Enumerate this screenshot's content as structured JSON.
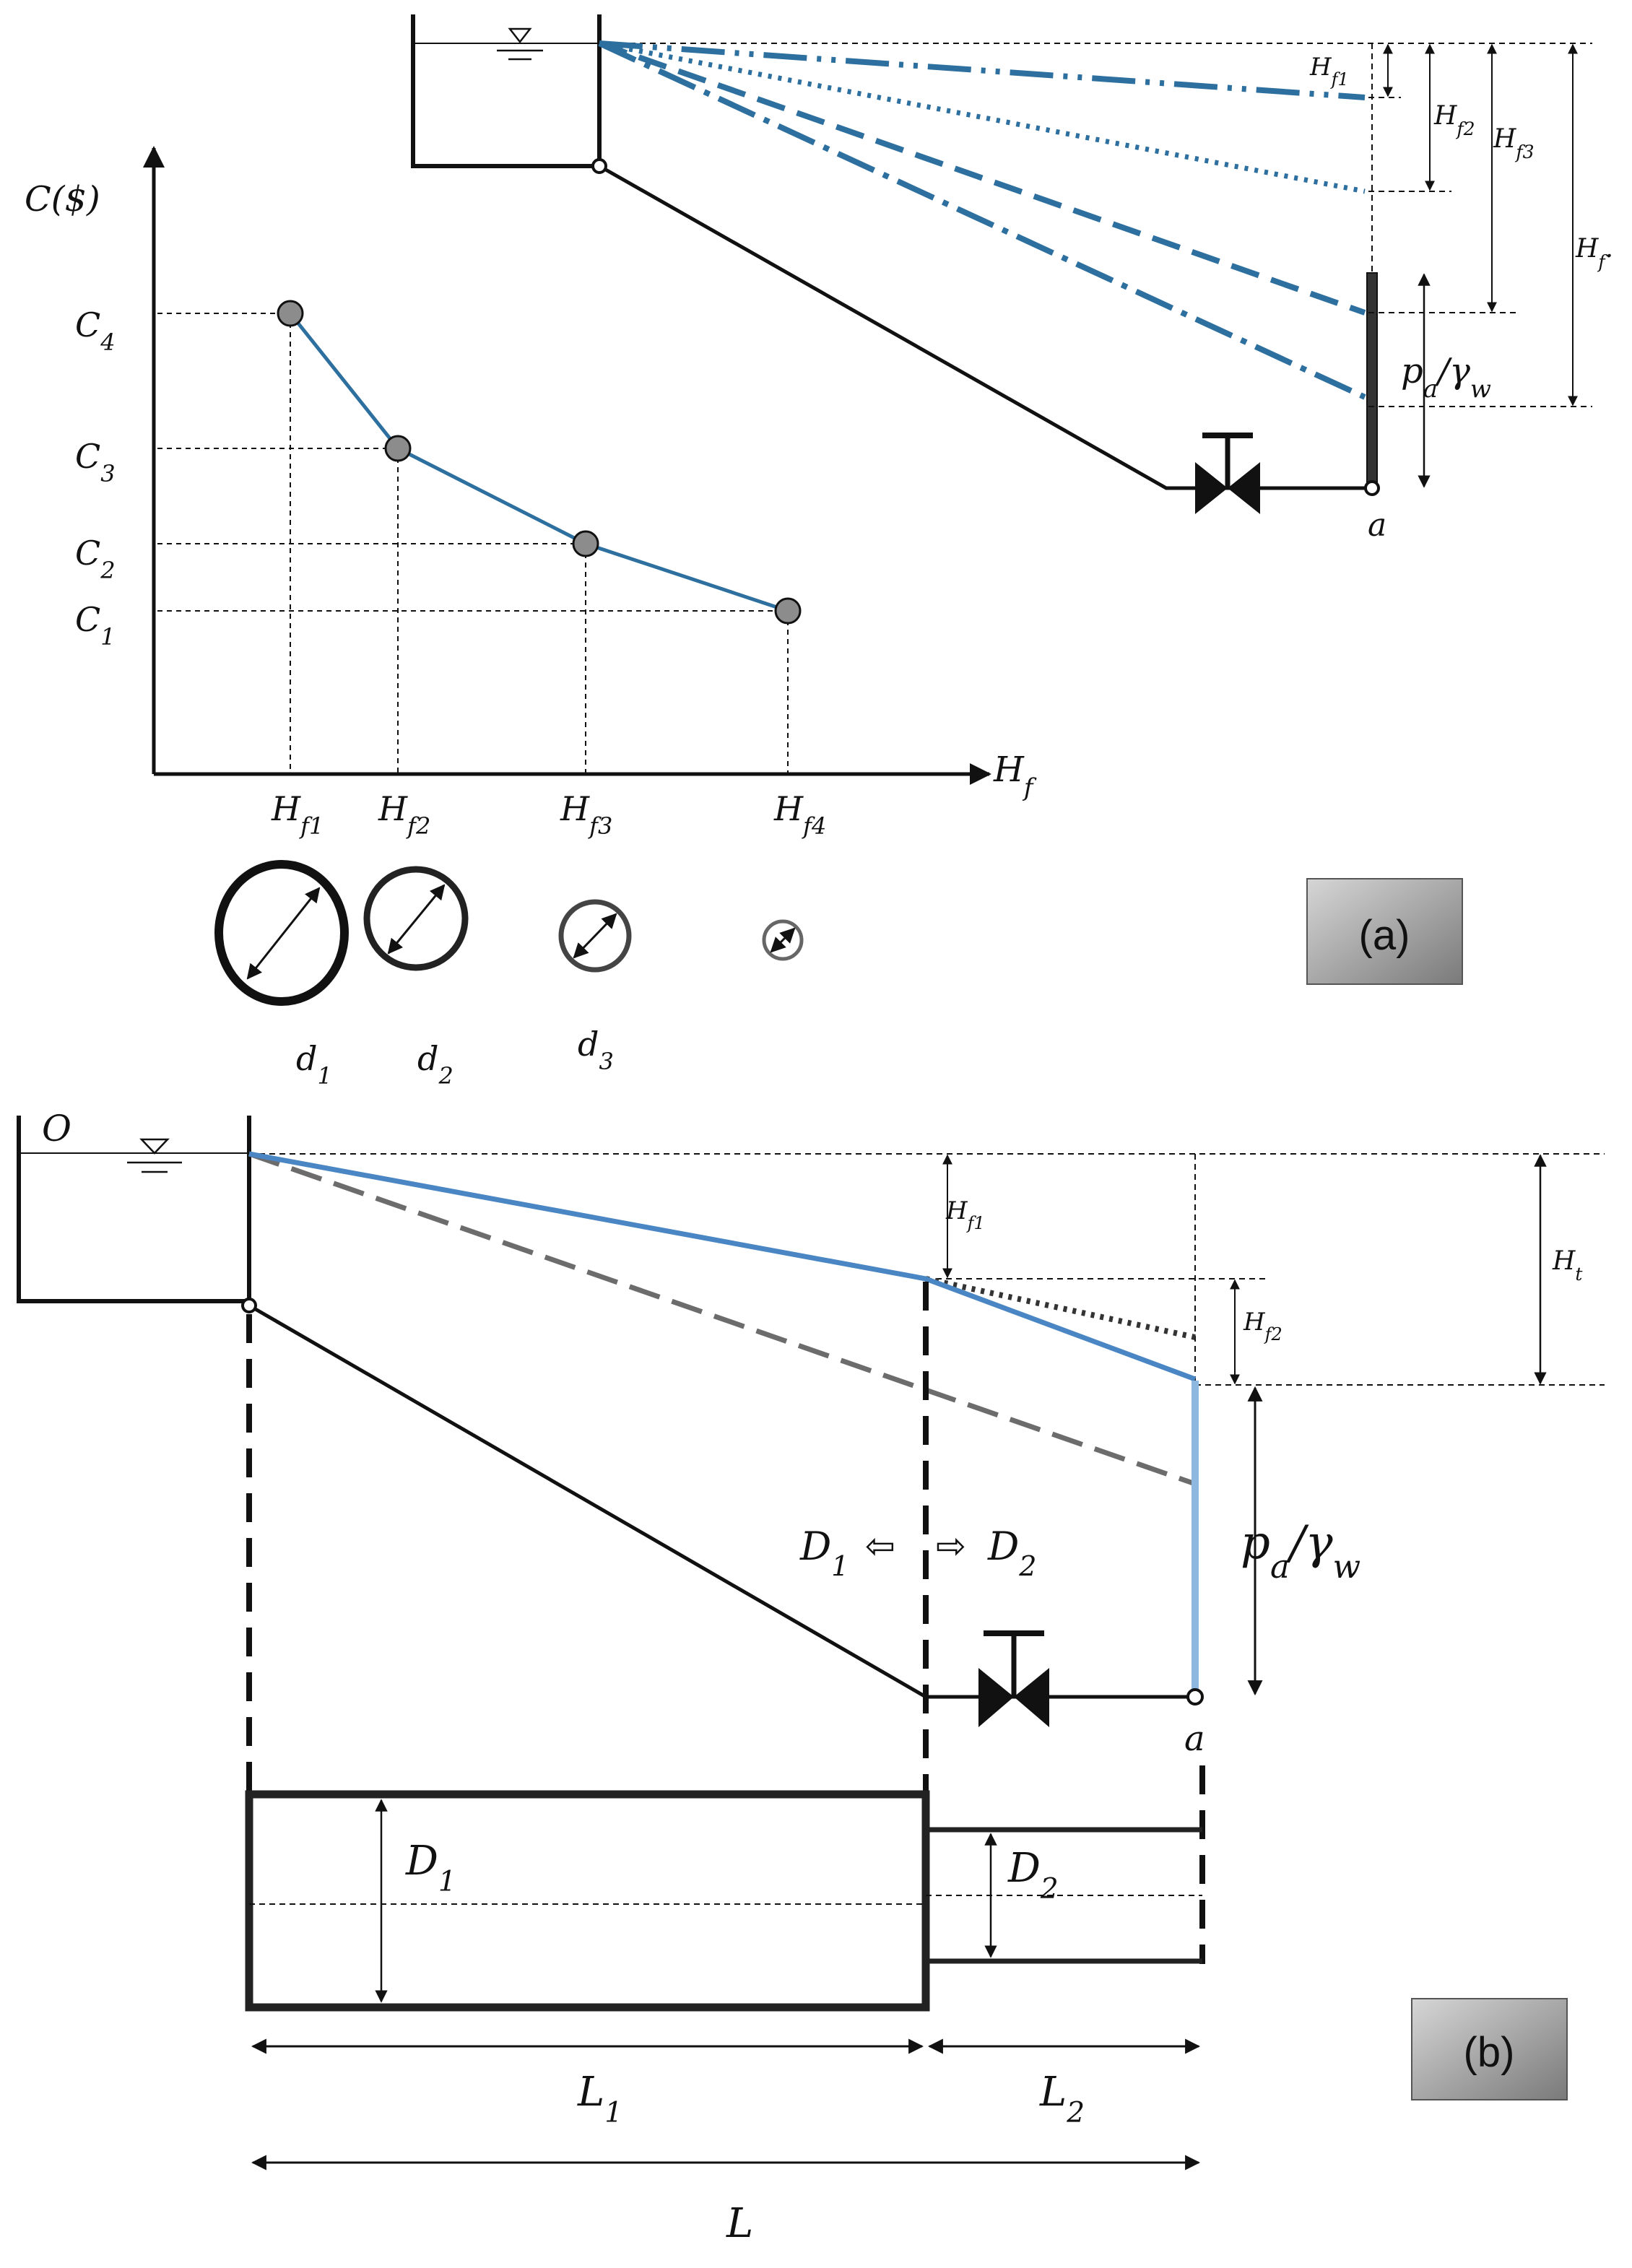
{
  "panel_a": {
    "badge": "(a)",
    "y_axis_label": "C($)",
    "x_axis_label": "H_f",
    "c_ticks": [
      "C_4",
      "C_3",
      "C_2",
      "C_1"
    ],
    "hf_ticks": [
      "H_f1",
      "H_f2",
      "H_f3",
      "H_f4"
    ],
    "diameters": [
      "d_1",
      "d_2",
      "d_3"
    ],
    "head_labels": [
      "H_f1",
      "H_f2",
      "H_f3",
      "H_f."
    ],
    "pressure_label": "p_a/γ_w",
    "point_label": "a"
  },
  "panel_b": {
    "badge": "(b)",
    "origin_label": "O",
    "head_labels": [
      "H_f1",
      "H_f2",
      "H_t"
    ],
    "pressure_label": "p_a/γ_w",
    "point_label": "a",
    "d1_label": "D_1",
    "d2_label": "D_2",
    "l1_label": "L_1",
    "l2_label": "L_2",
    "l_label": "L"
  },
  "colors": {
    "blue": "#2d6f9e",
    "light_blue": "#8fb8e0",
    "line_blue": "#4a86c4",
    "gray": "#7f7f7f",
    "dark": "#111111"
  }
}
